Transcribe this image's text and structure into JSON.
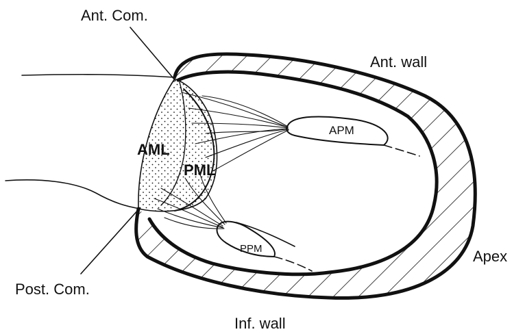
{
  "labels": {
    "ant_com": "Ant. Com.",
    "ant_wall": "Ant. wall",
    "apm": "APM",
    "aml": "AML",
    "pml": "PML",
    "ppm": "PPM",
    "apex": "Apex",
    "post_com": "Post. Com.",
    "inf_wall": "Inf. wall"
  },
  "colors": {
    "ink": "#111111",
    "background": "#ffffff"
  }
}
